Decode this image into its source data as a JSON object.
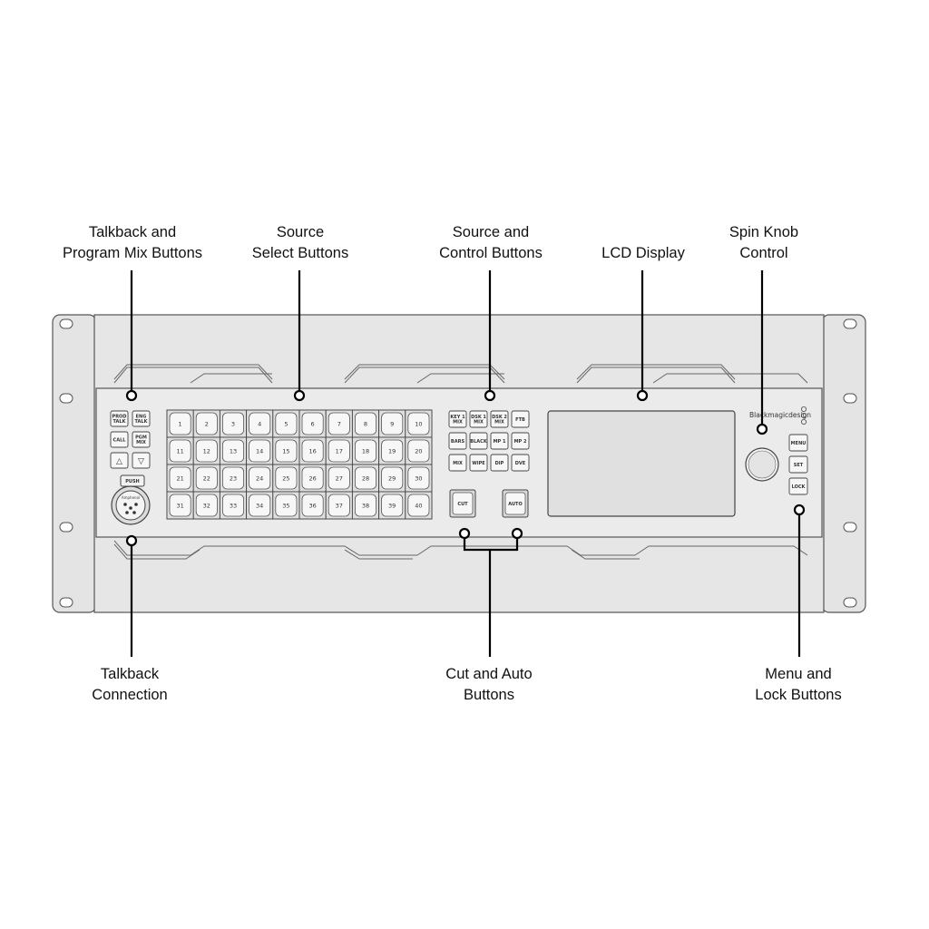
{
  "callouts": {
    "talkback_program": {
      "line1": "Talkback and",
      "line2": "Program Mix Buttons"
    },
    "source_select": {
      "line1": "Source",
      "line2": "Select Buttons"
    },
    "source_control": {
      "line1": "Source and",
      "line2": "Control Buttons"
    },
    "lcd": {
      "line1": "LCD Display"
    },
    "spin_knob": {
      "line1": "Spin Knob",
      "line2": "Control"
    },
    "talkback_connection": {
      "line1": "Talkback",
      "line2": "Connection"
    },
    "cut_auto": {
      "line1": "Cut and Auto",
      "line2": "Buttons"
    },
    "menu_lock": {
      "line1": "Menu and",
      "line2": "Lock Buttons"
    }
  },
  "panel": {
    "brand": "Blackmagicdesign",
    "talkback_buttons": [
      {
        "name": "prod-talk-button",
        "lines": [
          "PROD",
          "TALK"
        ]
      },
      {
        "name": "eng-talk-button",
        "lines": [
          "ENG",
          "TALK"
        ]
      },
      {
        "name": "call-button",
        "lines": [
          "CALL"
        ]
      },
      {
        "name": "pgm-mix-button",
        "lines": [
          "PGM",
          "MIX"
        ]
      },
      {
        "name": "up-arrow-button",
        "lines": [
          "△"
        ]
      },
      {
        "name": "down-arrow-button",
        "lines": [
          "▽"
        ]
      }
    ],
    "xlr": {
      "push_label": "PUSH",
      "brand_label": "Amphenol"
    },
    "source_buttons": [
      "1",
      "2",
      "3",
      "4",
      "5",
      "6",
      "7",
      "8",
      "9",
      "10",
      "11",
      "12",
      "13",
      "14",
      "15",
      "16",
      "17",
      "18",
      "19",
      "20",
      "21",
      "22",
      "23",
      "24",
      "25",
      "26",
      "27",
      "28",
      "29",
      "30",
      "31",
      "32",
      "33",
      "34",
      "35",
      "36",
      "37",
      "38",
      "39",
      "40"
    ],
    "control_buttons": [
      {
        "name": "key1-mix-button",
        "lines": [
          "KEY 1",
          "MIX"
        ]
      },
      {
        "name": "dsk1-mix-button",
        "lines": [
          "DSK 1",
          "MIX"
        ]
      },
      {
        "name": "dsk2-mix-button",
        "lines": [
          "DSK 2",
          "MIX"
        ]
      },
      {
        "name": "ftb-button",
        "lines": [
          "FTB"
        ]
      },
      {
        "name": "bars-button",
        "lines": [
          "BARS"
        ]
      },
      {
        "name": "black-button",
        "lines": [
          "BLACK"
        ]
      },
      {
        "name": "mp1-button",
        "lines": [
          "MP 1"
        ]
      },
      {
        "name": "mp2-button",
        "lines": [
          "MP 2"
        ]
      },
      {
        "name": "mix-button",
        "lines": [
          "MIX"
        ]
      },
      {
        "name": "wipe-button",
        "lines": [
          "WIPE"
        ]
      },
      {
        "name": "dip-button",
        "lines": [
          "DIP"
        ]
      },
      {
        "name": "dve-button",
        "lines": [
          "DVE"
        ]
      }
    ],
    "cut_label": "CUT",
    "auto_label": "AUTO",
    "menu_buttons": [
      {
        "name": "menu-button",
        "label": "MENU"
      },
      {
        "name": "set-button",
        "label": "SET"
      },
      {
        "name": "lock-button",
        "label": "LOCK"
      }
    ]
  }
}
